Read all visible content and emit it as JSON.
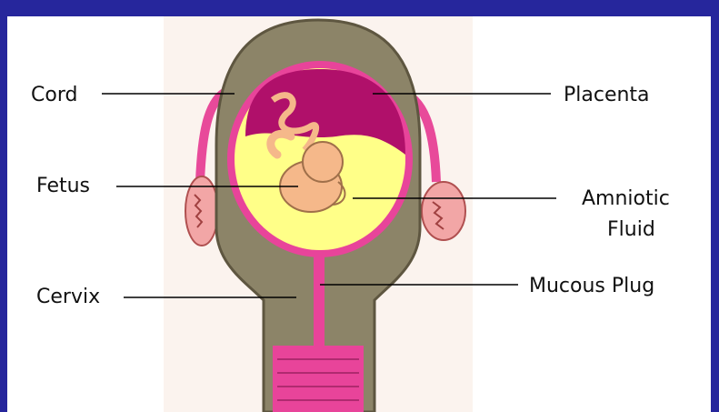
{
  "diagram": {
    "labels": {
      "cord": "Cord",
      "fetus": "Fetus",
      "cervix": "Cervix",
      "placenta": "Placenta",
      "amniotic_line1": "Amniotic",
      "amniotic_line2": "Fluid",
      "mucous_plug": "Mucous Plug"
    },
    "colors": {
      "frame": "#26269c",
      "uterus_wall": "#8c8468",
      "uterus_outline": "#6b634a",
      "placenta": "#b0106a",
      "amniotic_fluid": "#ffff88",
      "fetus": "#f5b88a",
      "cervix_canal": "#e8449a",
      "ovary": "#f2a6a6",
      "background_panel": "#fbf3ee"
    }
  }
}
